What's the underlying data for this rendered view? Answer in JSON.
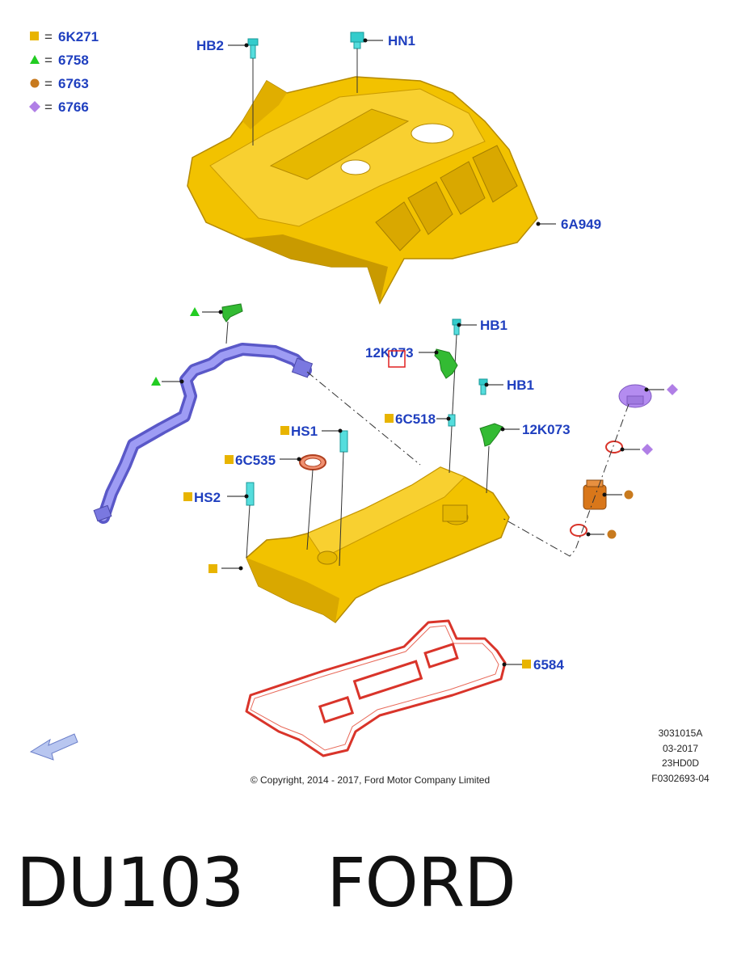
{
  "legend": [
    {
      "shape": "square",
      "color": "#e8b400",
      "code": "6K271"
    },
    {
      "shape": "triangle",
      "color": "#22cc22",
      "code": "6758"
    },
    {
      "shape": "circle",
      "color": "#c87a1e",
      "code": "6763"
    },
    {
      "shape": "diamond",
      "color": "#b07fe6",
      "code": "6766"
    }
  ],
  "legend_eq": "=",
  "parts": {
    "hb2": "HB2",
    "hn1": "HN1",
    "engine_cover": "6A949",
    "hb1_top": "HB1",
    "sensor_a": "12K073",
    "hb1_mid": "HB1",
    "sensor_b": "12K073",
    "pcv_6c518": "6C518",
    "hs1": "HS1",
    "seal_6c535": "6C535",
    "hs2": "HS2",
    "gasket": "6584"
  },
  "meta_codes": [
    "3031015A",
    "03-2017",
    "23HD0D",
    "F0302693-04"
  ],
  "copyright": "© Copyright, 2014 - 2017, Ford Motor Company Limited",
  "footer": "DU103    FORD",
  "colors": {
    "label": "#1f3fbf",
    "yellow_part": "#f2c200",
    "yellow_shade": "#c99a00",
    "hose": "#7a78e0",
    "green_part": "#33bb33",
    "cyan_bolt": "#33cccc",
    "gasket_red": "#d9342a",
    "cap_purple": "#b48cf0",
    "plug_orange": "#d9771a"
  }
}
